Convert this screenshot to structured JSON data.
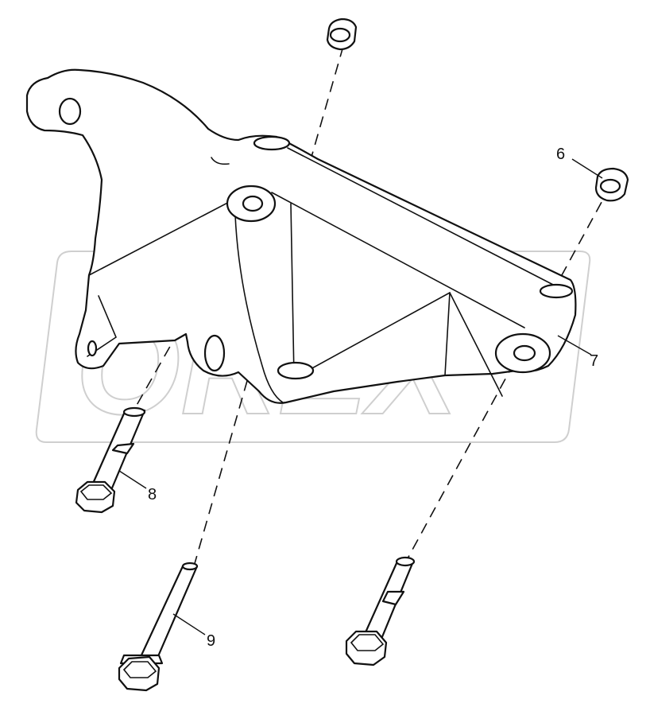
{
  "watermark": {
    "text": "OREX"
  },
  "callouts": [
    {
      "id": "c6",
      "label": "6"
    },
    {
      "id": "c7",
      "label": "7"
    },
    {
      "id": "c8",
      "label": "8"
    },
    {
      "id": "c9",
      "label": "9"
    }
  ],
  "colors": {
    "line": "#111111",
    "watermark": "#cfcfcf",
    "background": "#ffffff"
  }
}
